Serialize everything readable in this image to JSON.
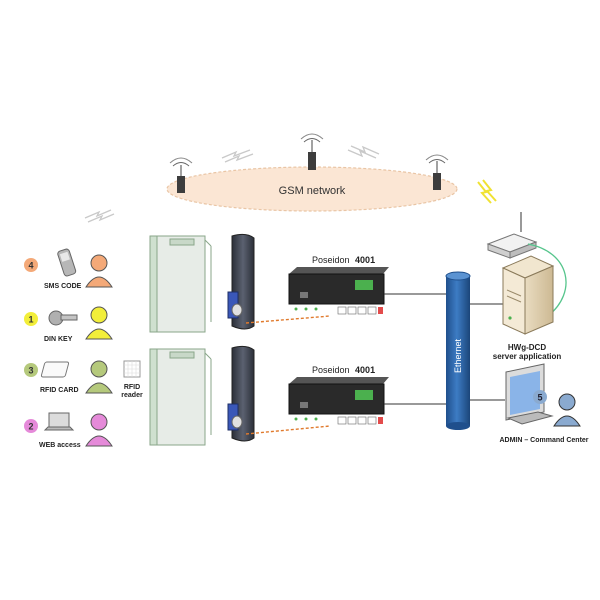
{
  "gsm": {
    "label": "GSM network"
  },
  "access_methods": [
    {
      "number": "4",
      "label": "SMS CODE",
      "color": "#f4a978"
    },
    {
      "number": "1",
      "label": "DIN KEY",
      "color": "#f2ee3a"
    },
    {
      "number": "3",
      "label": "RFID CARD",
      "color": "#b5c97c"
    },
    {
      "number": "2",
      "label": "WEB access",
      "color": "#e58ad9"
    }
  ],
  "rfid_reader": {
    "line1": "RFID",
    "line2": "reader"
  },
  "poseidon": {
    "name": "Poseidon",
    "model": "4001"
  },
  "ethernet": {
    "label": "Ethernet"
  },
  "server": {
    "line1": "HWg-DCD",
    "line2": "server application"
  },
  "admin": {
    "number": "5",
    "label": "ADMIN – Command Center",
    "color": "#8aaad0"
  },
  "colors": {
    "ethernet_pipe": "#2c63a6",
    "wireless": "#56c58c",
    "link": "#e07a2d"
  }
}
